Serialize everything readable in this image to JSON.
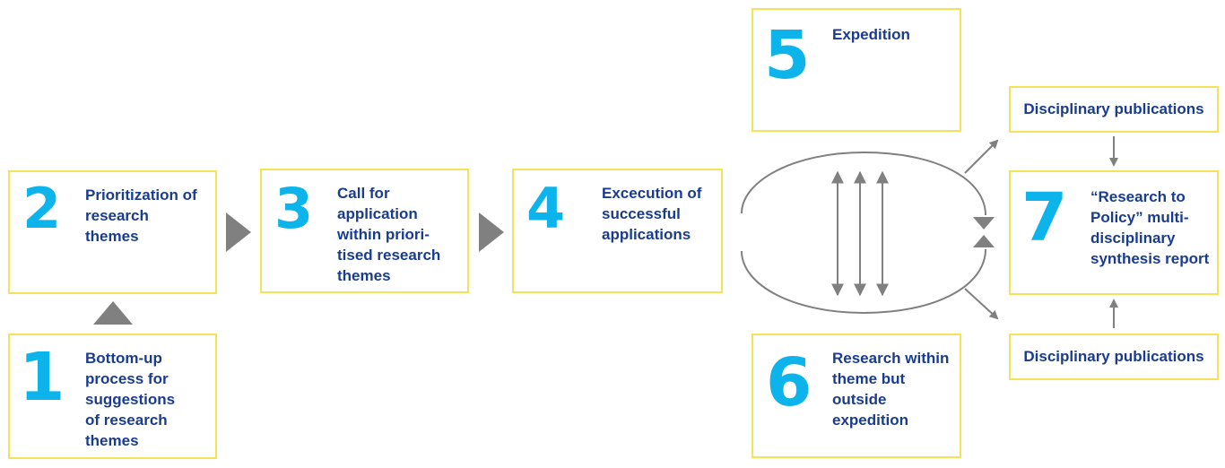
{
  "steps": [
    {
      "number": "1",
      "text": "Bottom-up\nprocess for\nsuggestions\nof  research\nthemes"
    },
    {
      "number": "2",
      "text": "Prioritization of\nresearch\nthemes"
    },
    {
      "number": "3",
      "text": "Call for\napplication\nwithin priori-\ntised research\nthemes"
    },
    {
      "number": "4",
      "text": "Excecution of\nsuccessful\napplications"
    },
    {
      "number": "5",
      "text": "Expedition"
    },
    {
      "number": "6",
      "text": "Research within\ntheme but\noutside\nexpedition"
    },
    {
      "number": "7",
      "text": "“Research to\nPolicy” multi-\ndisciplinary\nsynthesis report"
    }
  ],
  "publications": {
    "top": "Disciplinary publications",
    "bottom": "Disciplinary publications"
  },
  "colors": {
    "box_border": "#f5e357",
    "number": "#0db4ec",
    "text": "#1a3c8e",
    "arrow": "#808080"
  }
}
